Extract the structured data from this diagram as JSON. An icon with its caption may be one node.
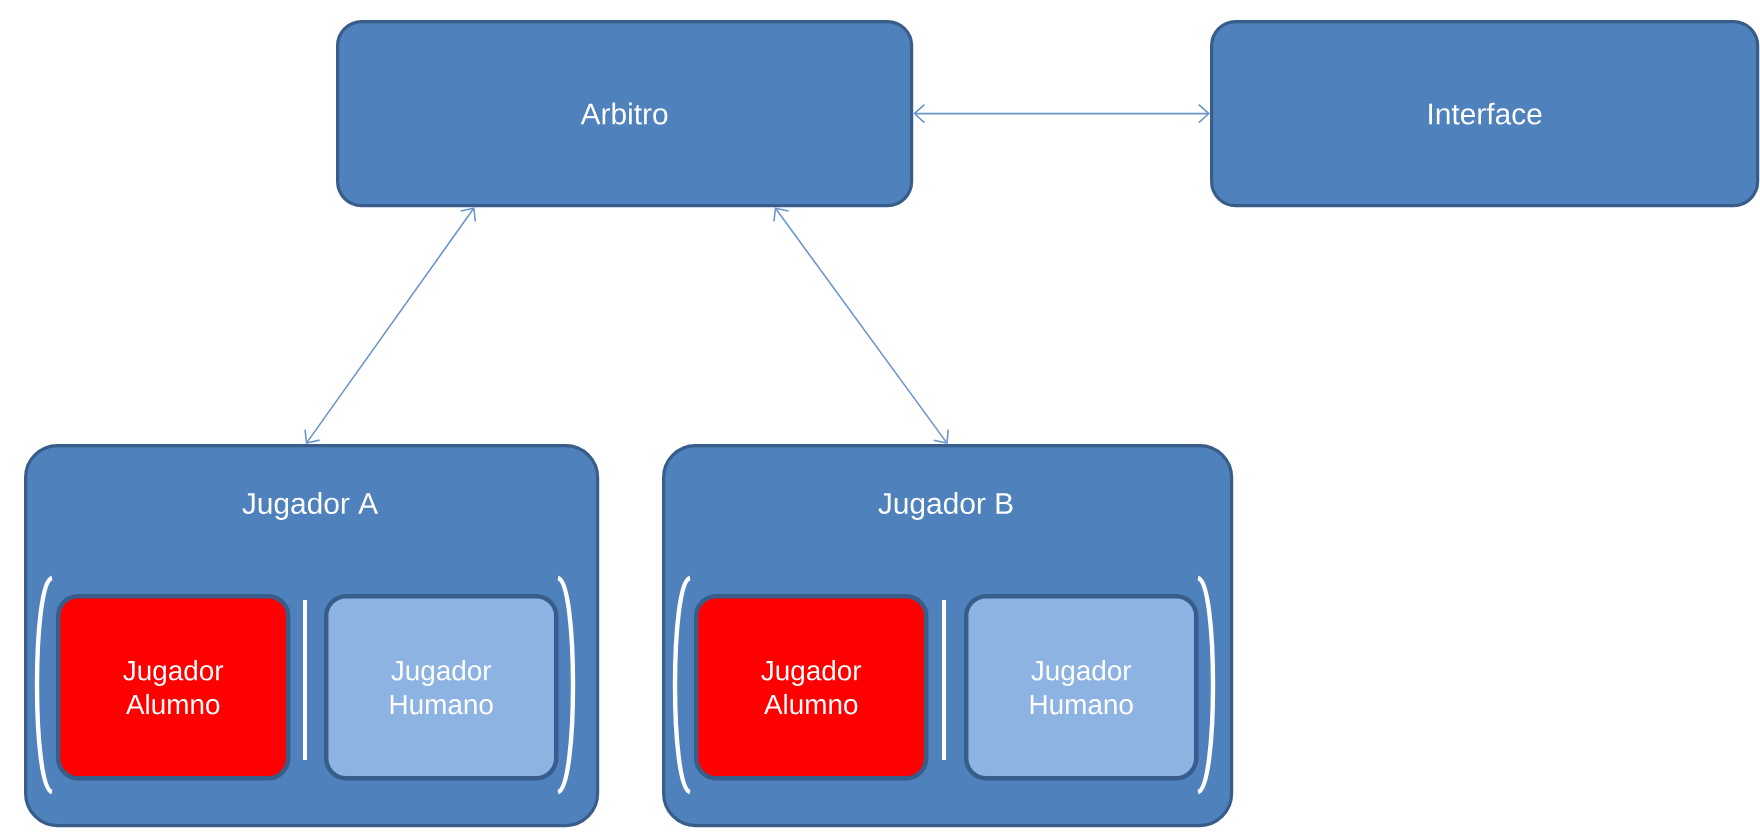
{
  "diagram": {
    "nodes": [
      {
        "text": [
          "Arbitro"
        ]
      },
      {
        "text": [
          "Interface"
        ]
      },
      {
        "text": [
          "Jugador A"
        ]
      },
      {
        "text": [
          "Jugador Alumno"
        ],
        "in": 2
      },
      {
        "text": [
          "Jugador Humano"
        ],
        "in": 2
      },
      {
        "text": [
          "Jugador B"
        ]
      },
      {
        "text": [
          "Jugador Alumno"
        ],
        "in": 5
      },
      {
        "text": [
          "Jugador Humano"
        ],
        "in": 5
      }
    ],
    "edges": [
      {
        "from": 0,
        "to": 1,
        "arrow": "both"
      },
      {
        "from": 0,
        "to": 2,
        "arrow": "both"
      },
      {
        "from": 0,
        "to": 5,
        "arrow": "both"
      }
    ]
  }
}
